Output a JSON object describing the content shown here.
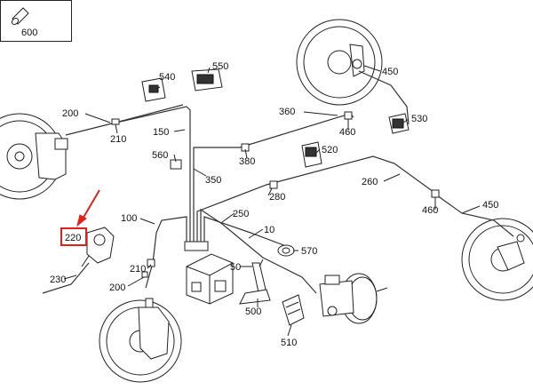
{
  "colors": {
    "highlight": "#e0201c",
    "line": "#222222",
    "background": "#ffffff"
  },
  "inset": {
    "label": "600"
  },
  "callouts": {
    "c10": "10",
    "c50": "50",
    "c100": "100",
    "c150": "150",
    "c200a": "200",
    "c200b": "200",
    "c210a": "210",
    "c210b": "210",
    "c220": "220",
    "c230": "230",
    "c250": "250",
    "c260": "260",
    "c280": "280",
    "c350": "350",
    "c360": "360",
    "c380": "380",
    "c450a": "450",
    "c450b": "450",
    "c460a": "460",
    "c460b": "460",
    "c500": "500",
    "c510": "510",
    "c520": "520",
    "c530": "530",
    "c540": "540",
    "c550": "550",
    "c560": "560",
    "c570": "570"
  }
}
